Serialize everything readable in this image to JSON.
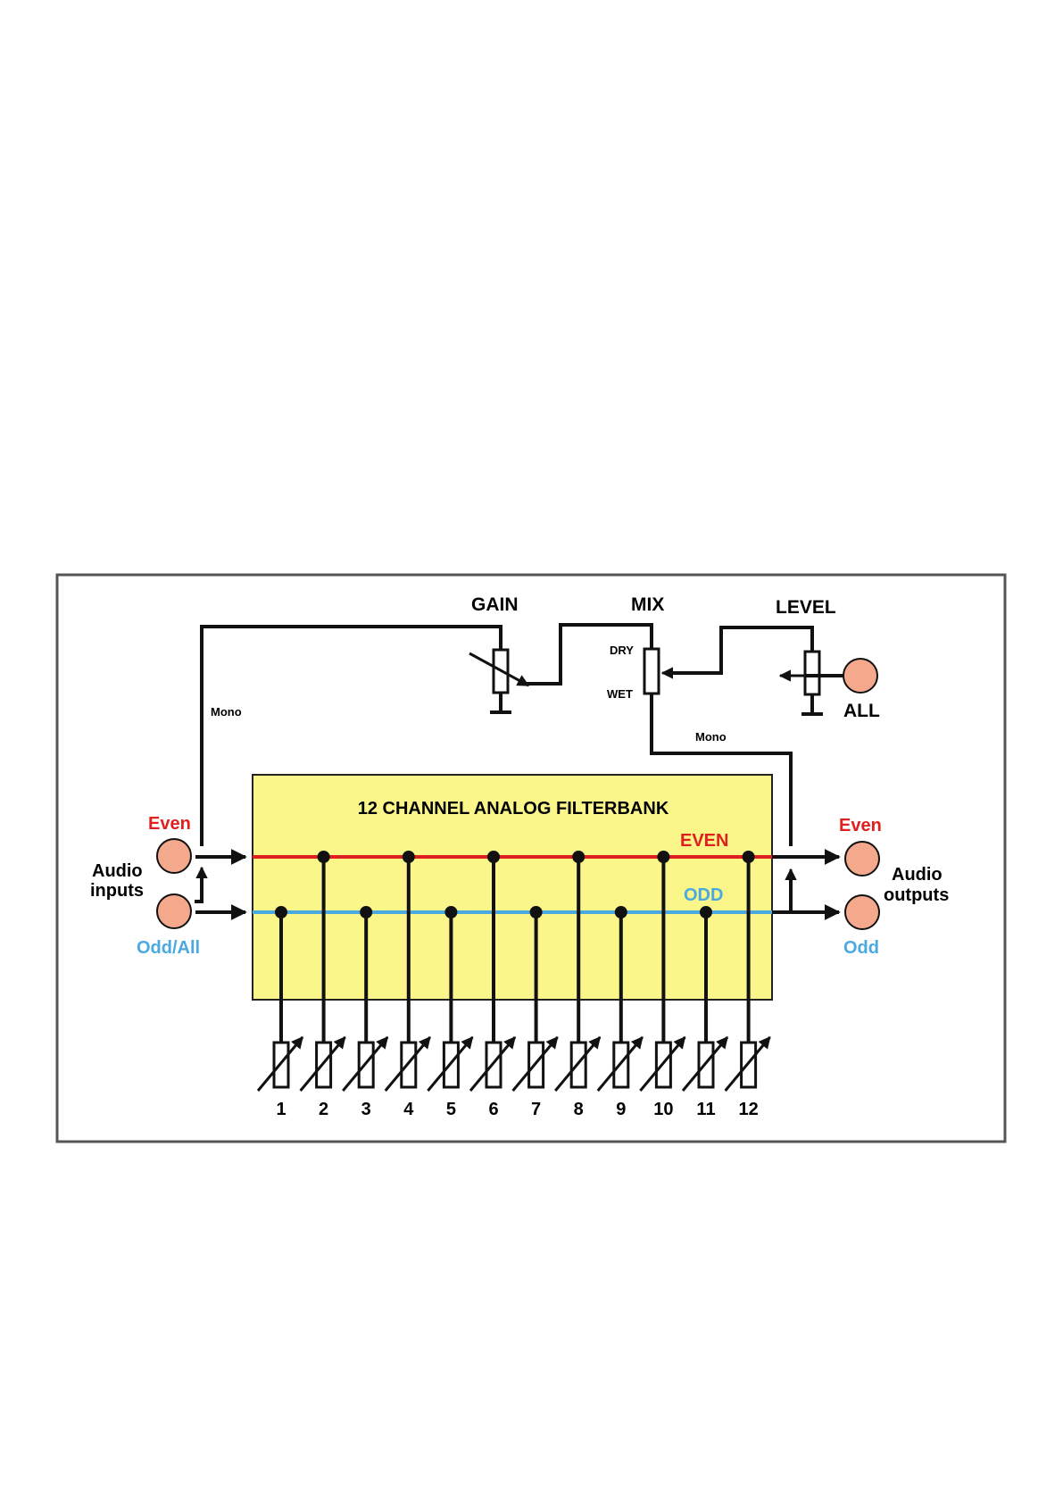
{
  "colors": {
    "frame": "#555555",
    "filterbank_fill": "#faf68a",
    "jack_fill": "#f4a88c",
    "even_bus": "#e0201f",
    "odd_bus": "#4aa9df",
    "wire": "#111111"
  },
  "controls": {
    "gain_label": "GAIN",
    "mix_label": "MIX",
    "level_label": "LEVEL",
    "dry_label": "DRY",
    "wet_label": "WET",
    "all_label": "ALL"
  },
  "signal_labels": {
    "mono_input": "Mono",
    "mono_output": "Mono"
  },
  "filterbank": {
    "title": "12 CHANNEL ANALOG FILTERBANK",
    "even_bus_label": "EVEN",
    "odd_bus_label": "ODD"
  },
  "inputs": {
    "even_label": "Even",
    "odd_label": "Odd/All",
    "group_label_line1": "Audio",
    "group_label_line2": "inputs"
  },
  "outputs": {
    "even_label": "Even",
    "odd_label": "Odd",
    "group_label_line1": "Audio",
    "group_label_line2": "outputs"
  },
  "channels": [
    "1",
    "2",
    "3",
    "4",
    "5",
    "6",
    "7",
    "8",
    "9",
    "10",
    "11",
    "12"
  ]
}
